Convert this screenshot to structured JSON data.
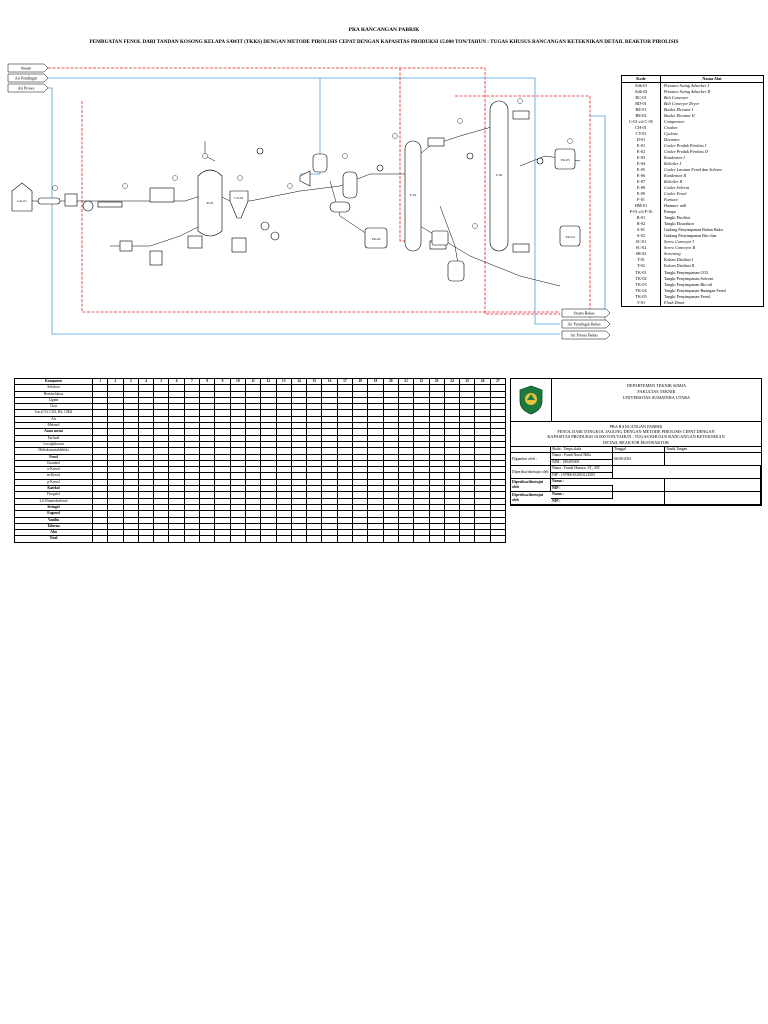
{
  "title": {
    "line1": "PRA RANCANGAN PABRIK",
    "line2": "PEMBUATAN FENOL DARI TANDAN KOSONG KELAPA SAWIT (TKKS) DENGAN METODE PIROLISIS CEPAT DENGAN KAPASITAS PRODUKSI 15.000 TON/TAHUN : TUGAS KHUSUS RANCANGAN KETEKNIKAN DETAIL REAKTOR PIROLISIS"
  },
  "flows": {
    "in_steam": "Steam",
    "in_cooling_water": "Air Pendingin",
    "in_process_water": "Air Proses",
    "out_steam": "Steam Bekas",
    "out_cooling_water": "Air Pendingin Bekas",
    "out_process_water": "Air Proses Bekas"
  },
  "equipment_labels": {
    "storage_bale": "GA-01",
    "reactor": "R-01",
    "cyclone": "CY-01",
    "column_1": "T-01",
    "column_2": "T-02",
    "tank_1": "TK-01",
    "tank_2": "TK-02",
    "tank_3": "TK-03",
    "tank_4": "TK-04",
    "tank_5": "TK-05"
  },
  "legend": {
    "header_code": "Kode",
    "header_name": "Nama Alat",
    "rows": [
      {
        "code": "Adk-01",
        "name": "Pressure Swing Adsorber I",
        "italic": true
      },
      {
        "code": "Adk-02",
        "name": "Pressure Swing Adsorber II",
        "italic": true
      },
      {
        "code": "BC-01",
        "name": "Belt Conveyor",
        "italic": true
      },
      {
        "code": "BD-01",
        "name": "Belt Conveyor Dryer",
        "italic": true
      },
      {
        "code": "BE-01",
        "name": "Bucket Elevator I",
        "italic": true
      },
      {
        "code": "BE-02",
        "name": "Bucket Elevator II",
        "italic": true
      },
      {
        "code": "C-01 s/d C-05",
        "name": "Compressor",
        "italic": true
      },
      {
        "code": "CH-01",
        "name": "Crusher",
        "italic": true
      },
      {
        "code": "CY-01",
        "name": "Cyclone",
        "italic": true
      },
      {
        "code": "D-01",
        "name": "Decanter",
        "italic": true
      },
      {
        "code": "E-01",
        "name": "Cooler Produk Pirolisis I",
        "italic": true
      },
      {
        "code": "E-02",
        "name": "Cooler Produk Pirolisis II",
        "italic": true
      },
      {
        "code": "E-03",
        "name": "Kondensor I",
        "italic": true
      },
      {
        "code": "E-04",
        "name": "Reboiler I",
        "italic": true
      },
      {
        "code": "E-05",
        "name": "Cooler Larutan Fenol dan Solvent",
        "italic": true
      },
      {
        "code": "E-06",
        "name": "Kondensor II",
        "italic": true
      },
      {
        "code": "E-07",
        "name": "Reboiler II",
        "italic": true
      },
      {
        "code": "E-08",
        "name": "Cooler Solvent",
        "italic": true
      },
      {
        "code": "E-09",
        "name": "Cooler Fenol",
        "italic": true
      },
      {
        "code": "F-01",
        "name": "Furnace",
        "italic": true
      },
      {
        "code": "HM-01",
        "name": "Hammer mill",
        "italic": true
      },
      {
        "code": "P-01 s/d P-16",
        "name": "Pompa",
        "italic": false
      },
      {
        "code": "R-01",
        "name": "Tangki Pirolisis",
        "italic": false
      },
      {
        "code": "R-02",
        "name": "Tangki Ekstraktor",
        "italic": false
      },
      {
        "code": "S-01",
        "name": "Gudang Penyimpanan Bahan Baku",
        "italic": false
      },
      {
        "code": "S-02",
        "name": "Gudang Penyimpanan Bio-char",
        "italic": false
      },
      {
        "code": "SC-01",
        "name": "Screw Conveyor I",
        "italic": true
      },
      {
        "code": "SC-02",
        "name": "Screw Conveyor II",
        "italic": true
      },
      {
        "code": "SR-02",
        "name": "Screening",
        "italic": true
      },
      {
        "code": "T-01",
        "name": "Kolom Distilasi I",
        "italic": false
      },
      {
        "code": "T-02",
        "name": "Kolom Distilasi II",
        "italic": false
      },
      {
        "code": "TK-01",
        "name": "Tangki Penyimpanan CO2",
        "italic": false
      },
      {
        "code": "TK-02",
        "name": "Tangki Penyimpanan Solvent",
        "italic": false
      },
      {
        "code": "TK-03",
        "name": "Tangki Penyimpanan Bio-oil",
        "italic": false
      },
      {
        "code": "TK-04",
        "name": "Tangki Penyimpanan Buangan Fenol",
        "italic": false
      },
      {
        "code": "TK-05",
        "name": "Tangki Penyimpanan Fenol",
        "italic": false
      },
      {
        "code": "V-01",
        "name": "Flash Drum",
        "italic": true
      }
    ]
  },
  "composition_table": {
    "header_label": "Komponen",
    "streams": [
      "1",
      "2",
      "3",
      "4",
      "5",
      "6",
      "7",
      "8",
      "9",
      "10",
      "11",
      "12",
      "13",
      "14",
      "15",
      "16",
      "17",
      "18",
      "19",
      "20",
      "21",
      "22",
      "23",
      "24",
      "25",
      "26",
      "27"
    ],
    "components": [
      "Selulosa",
      "Hemiselulosa",
      "Lignin",
      "Char",
      "Gas (CO, CO2, H2, CH4)",
      "Air",
      "Metanol",
      "Asam asetat",
      "Furfural",
      "Levoglukosan",
      "Hidroksiasetaldehida",
      "Fenol",
      "Guaiakol",
      "o-Kresol",
      "m-Kresol",
      "p-Kresol",
      "Katekol",
      "Pirogalol",
      "2,6-Dimetoksifenol",
      "Siringol",
      "Eugenol",
      "Vanilin",
      "Toluena",
      "Abu",
      "Total"
    ]
  },
  "title_block": {
    "department": "DEPARTEMEN TEKNIK KIMIA",
    "faculty": "FAKULTAS TEKNIK",
    "university": "UNIVERSITAS SUMATERA UTARA",
    "project_1": "PRA RANCANGAN PABRIK",
    "project_2": "FENOL DARI TONGKOL JAGUNG DENGAN METODE PIROLISIS CEPAT DENGAN",
    "project_3": "KAPASITAS PRODUKSI 10.000 TON/TAHUN : TUGAS KHUSUS RANCANGAN KETEKNIKAN",
    "project_4": "DETAIL REAKTOR EKSTRAKTOR",
    "col_scale": "Skala : Tanpa skala",
    "col_date": "Tanggal",
    "col_sign": "Tanda Tangan",
    "drawn_by_label": "Digambar oleh :",
    "drawn_name": "Nama : Fandi Nurul Hilla",
    "drawn_nim": "NIM : 190405005",
    "drawn_date": "06/06/2023",
    "checked_label": "Diperiksa/disetujui oleh",
    "checked_name": "Nama : Fanda Hanura, ST., MT",
    "checked_nip": "NIP : 197806102003121005",
    "checked2_label": "Diperiksa/disetujui oleh",
    "checked2_name": "Nama :",
    "checked2_nip": "NIP :",
    "checked3_label": "Diperiksa/disetujui oleh",
    "checked3_name": "Nama :",
    "checked3_nip": "NIP :"
  }
}
